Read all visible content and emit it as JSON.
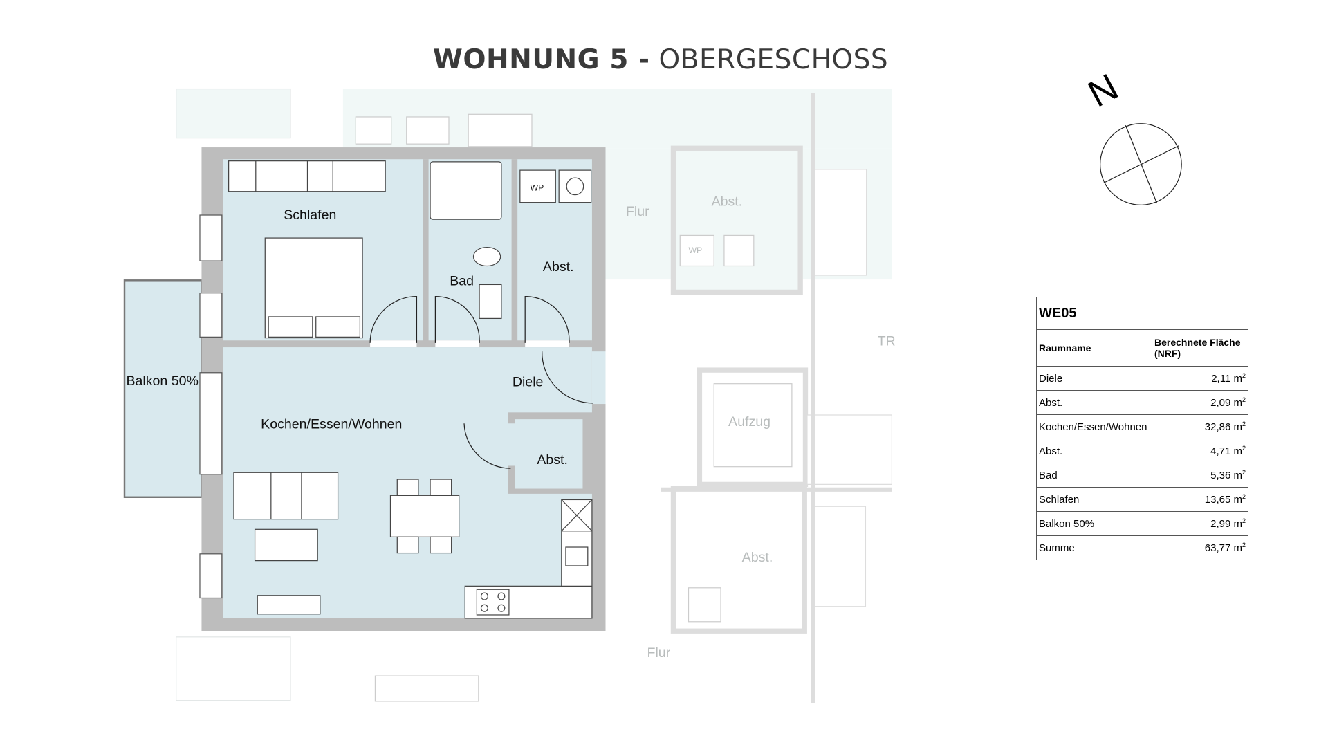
{
  "title": {
    "bold": "WOHNUNG 5 -",
    "light": "OBERGESCHOSS"
  },
  "compass": {
    "label": "N"
  },
  "rooms": {
    "schlafen": "Schlafen",
    "bad": "Bad",
    "abst1": "Abst.",
    "diele": "Diele",
    "kochen": "Kochen/Essen/Wohnen",
    "abst2": "Abst.",
    "balkon": "Balkon 50%",
    "wp": "WP"
  },
  "neighbors": {
    "flur1": "Flur",
    "abst_top": "Abst.",
    "wp": "WP",
    "aufzug": "Aufzug",
    "abst_bottom": "Abst.",
    "flur2": "Flur",
    "tr": "TR"
  },
  "area_table": {
    "unit": "WE05",
    "col_name": "Raumname",
    "col_area": "Berechnete Fläche (NRF)",
    "unit_suffix": "m",
    "rows": [
      {
        "name": "Diele",
        "area": "2,11"
      },
      {
        "name": "Abst.",
        "area": "2,09"
      },
      {
        "name": "Kochen/Essen/Wohnen",
        "area": "32,86"
      },
      {
        "name": "Abst.",
        "area": "4,71"
      },
      {
        "name": "Bad",
        "area": "5,36"
      },
      {
        "name": "Schlafen",
        "area": "13,65"
      },
      {
        "name": "Balkon 50%",
        "area": "2,99"
      },
      {
        "name": "Summe",
        "area": "63,77"
      }
    ]
  },
  "colors": {
    "room_fill": "#d9e9ee",
    "neighbor_fill": "#eef7f6",
    "wall": "#bdbdbd"
  }
}
